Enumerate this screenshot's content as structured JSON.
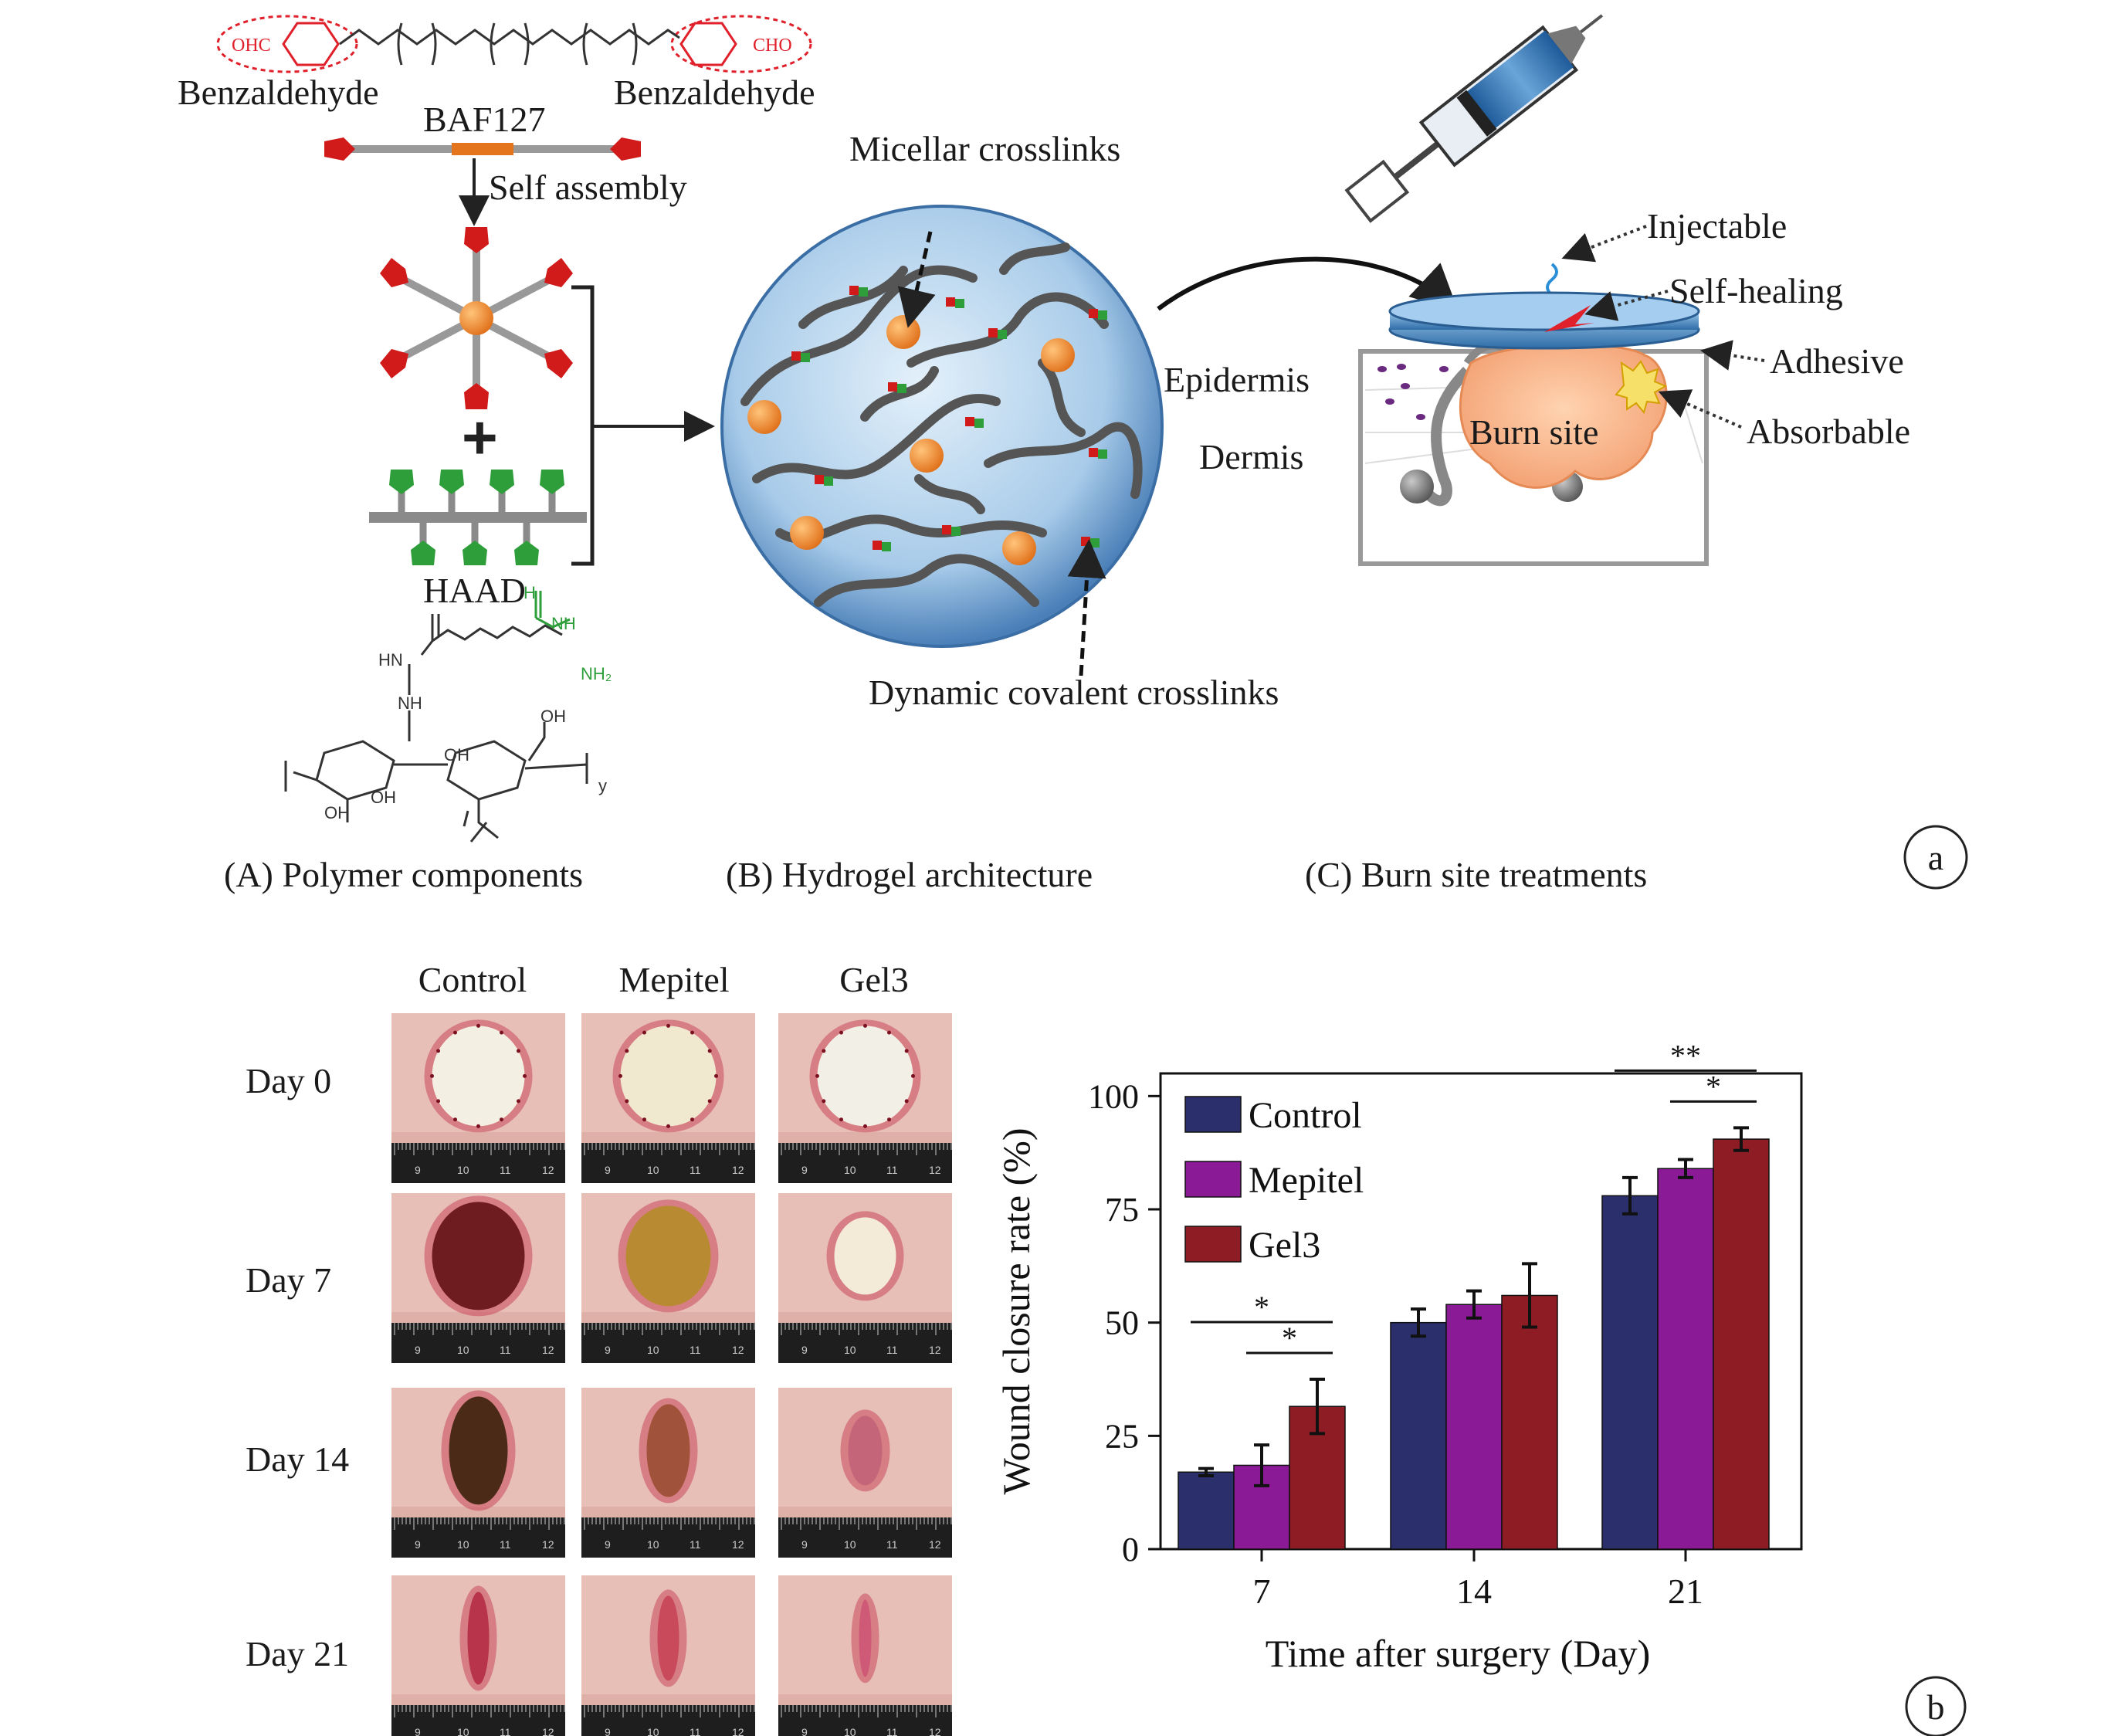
{
  "panel_a": {
    "top_labels": {
      "left": "Benzaldehyde",
      "right": "Benzaldehyde",
      "polymer": "BAF127",
      "assembly": "Self assembly"
    },
    "haad_label": "HAAD",
    "crosslink_labels": {
      "micellar": "Micellar crosslinks",
      "dynamic": "Dynamic covalent crosslinks"
    },
    "feature_labels": [
      "Injectable",
      "Self-healing",
      "Adhesive",
      "Absorbable"
    ],
    "skin_labels": {
      "epidermis": "Epidermis",
      "dermis": "Dermis",
      "burn": "Burn site"
    },
    "subcaptions": [
      "(A) Polymer components",
      "(B) Hydrogel architecture",
      "(C) Burn site treatments"
    ],
    "panel_letter": "a",
    "chem_text": {
      "ohc": "OHC",
      "cho": "CHO",
      "nh": "NH",
      "hn": "HN",
      "nh2": "NH₂",
      "oh": "OH",
      "y": "y"
    }
  },
  "panel_b": {
    "photo_columns": [
      "Control",
      "Mepitel",
      "Gel3"
    ],
    "photo_rows": [
      "Day 0",
      "Day 7",
      "Day 14",
      "Day 21"
    ],
    "panel_letter": "b",
    "ruler_numbers": [
      "9",
      "10",
      "11",
      "12"
    ]
  },
  "chart_data": {
    "type": "bar",
    "categories": [
      "7",
      "14",
      "21"
    ],
    "series": [
      {
        "name": "Control",
        "values": [
          17,
          50,
          78
        ],
        "errors": [
          0.8,
          3,
          4
        ],
        "color": "#2b2f6b"
      },
      {
        "name": "Mepitel",
        "values": [
          18.5,
          54,
          84
        ],
        "errors": [
          4.5,
          3,
          2
        ],
        "color": "#8b1a96"
      },
      {
        "name": "Gel3",
        "values": [
          31.5,
          56,
          90.5
        ],
        "errors": [
          6,
          7,
          2.5
        ],
        "color": "#8e1c24"
      }
    ],
    "xlabel": "Time after surgery (Day)",
    "ylabel": "Wound closure rate (%)",
    "ylim": [
      0,
      105
    ],
    "yticks": [
      "0",
      "25",
      "50",
      "75",
      "100"
    ],
    "grid": false,
    "legend": "top-left",
    "significance": [
      {
        "group": "7",
        "from": "Control",
        "to": "Gel3",
        "label": "*"
      },
      {
        "group": "7",
        "from": "Mepitel",
        "to": "Gel3",
        "label": "*"
      },
      {
        "group": "21",
        "from": "Control",
        "to": "Gel3",
        "label": "**"
      },
      {
        "group": "21",
        "from": "Mepitel",
        "to": "Gel3",
        "label": "*"
      }
    ]
  }
}
